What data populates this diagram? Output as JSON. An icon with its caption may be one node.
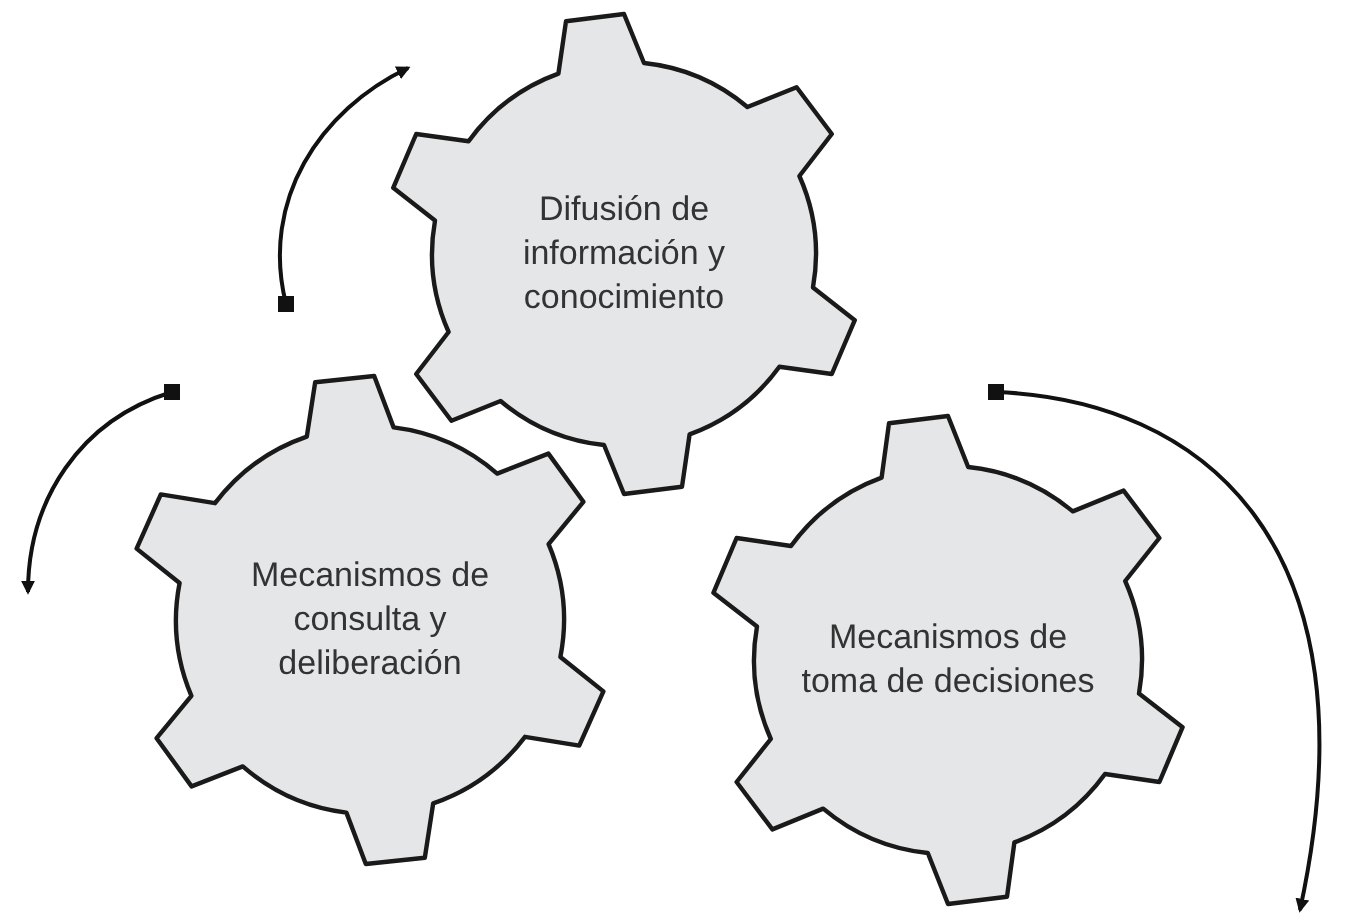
{
  "diagram": {
    "nodes": [
      {
        "text": [
          "Difusión de información y conocimiento"
        ]
      },
      {
        "text": [
          "Mecanismos de consulta y deliberación"
        ]
      },
      {
        "text": [
          "Mecanismos de toma de decisiones"
        ]
      }
    ]
  }
}
